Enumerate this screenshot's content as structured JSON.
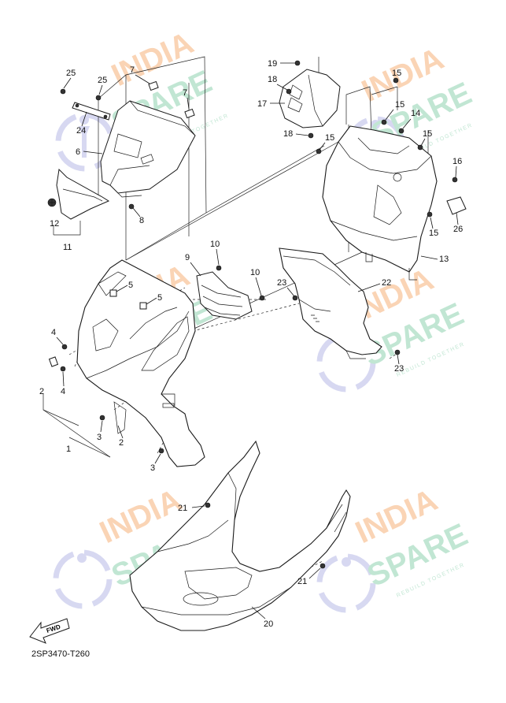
{
  "diagram": {
    "code": "2SP3470-T260",
    "fwd_label": "FWD",
    "colors": {
      "line": "#1a1a1a",
      "wm_orange": "#f6b27a",
      "wm_green": "#8fd3b0",
      "wm_blue": "#b7b9e6"
    },
    "watermark": {
      "word1": "INDIA",
      "word2": "SPARE",
      "tagline": "REBUILD TOGETHER",
      "icon": "wrench-person-icon"
    },
    "callouts": [
      "1",
      "2",
      "2",
      "3",
      "3",
      "4",
      "4",
      "5",
      "5",
      "6",
      "7",
      "7",
      "8",
      "9",
      "10",
      "10",
      "11",
      "12",
      "13",
      "14",
      "15",
      "15",
      "15",
      "15",
      "15",
      "16",
      "17",
      "18",
      "18",
      "19",
      "20",
      "21",
      "21",
      "22",
      "23",
      "23",
      "24",
      "25",
      "25",
      "26"
    ]
  }
}
